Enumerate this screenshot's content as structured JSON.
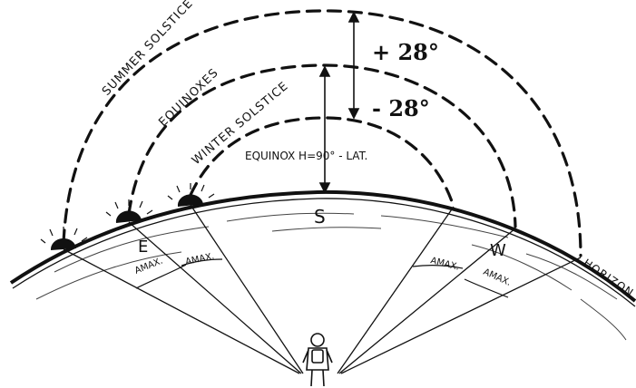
{
  "arcs": {
    "summer_label": "SUMMER SOLSTICE",
    "equinox_label": "EQUINOXES",
    "winter_label": "WINTER SOLSTICE"
  },
  "offsets": {
    "plus": "+ 28°",
    "minus": "- 28°"
  },
  "equinox_formula": "EQUINOX H=90° - LAT.",
  "directions": {
    "east": "E",
    "south": "S",
    "west": "W"
  },
  "amax_label": "AMAX.",
  "horizon_label": "HORIZON",
  "colors": {
    "ink": "#111111",
    "paper": "#ffffff"
  }
}
